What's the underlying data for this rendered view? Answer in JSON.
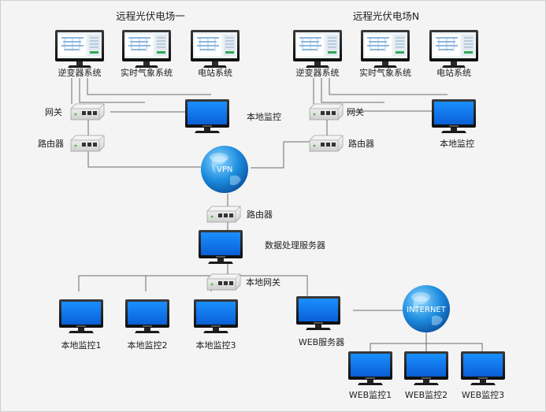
{
  "sites": [
    {
      "title": "远程光伏电场一",
      "systems": [
        "逆变器系统",
        "实时气象系统",
        "电站系统"
      ],
      "gateway": "网关",
      "local_monitor": "本地监控",
      "router": "路由器"
    },
    {
      "title": "远程光伏电场N",
      "systems": [
        "逆变器系统",
        "实时气象系统",
        "电站系统"
      ],
      "gateway": "网关",
      "local_monitor": "本地监控",
      "router": "路由器"
    }
  ],
  "vpn_label": "VPN",
  "center": {
    "router": "路由器",
    "server": "数据处理服务器",
    "gateway": "本地网关"
  },
  "local_monitors": [
    "本地监控1",
    "本地监控2",
    "本地监控3"
  ],
  "web_server": "WEB服务器",
  "internet_label": "INTERNET",
  "web_monitors": [
    "WEB监控1",
    "WEB监控2",
    "WEB监控3"
  ]
}
